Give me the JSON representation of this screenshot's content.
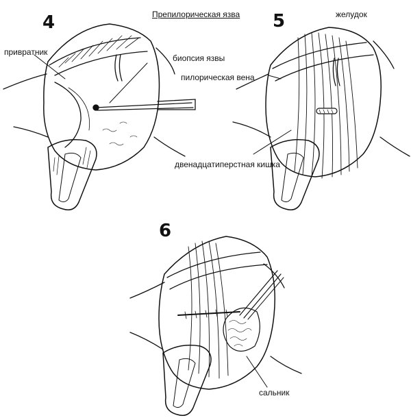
{
  "title": "Препилорическая язва",
  "panels": [
    {
      "number": "4",
      "labels": {
        "pylorus": "привратник",
        "biopsy": "биопсия язвы"
      }
    },
    {
      "number": "5",
      "labels": {
        "stomach": "желудок",
        "pyloric_vein": "пилорическая вена",
        "duodenum": "двенадцатиперстная кишка"
      }
    },
    {
      "number": "6",
      "labels": {
        "omentum": "сальник"
      }
    }
  ]
}
